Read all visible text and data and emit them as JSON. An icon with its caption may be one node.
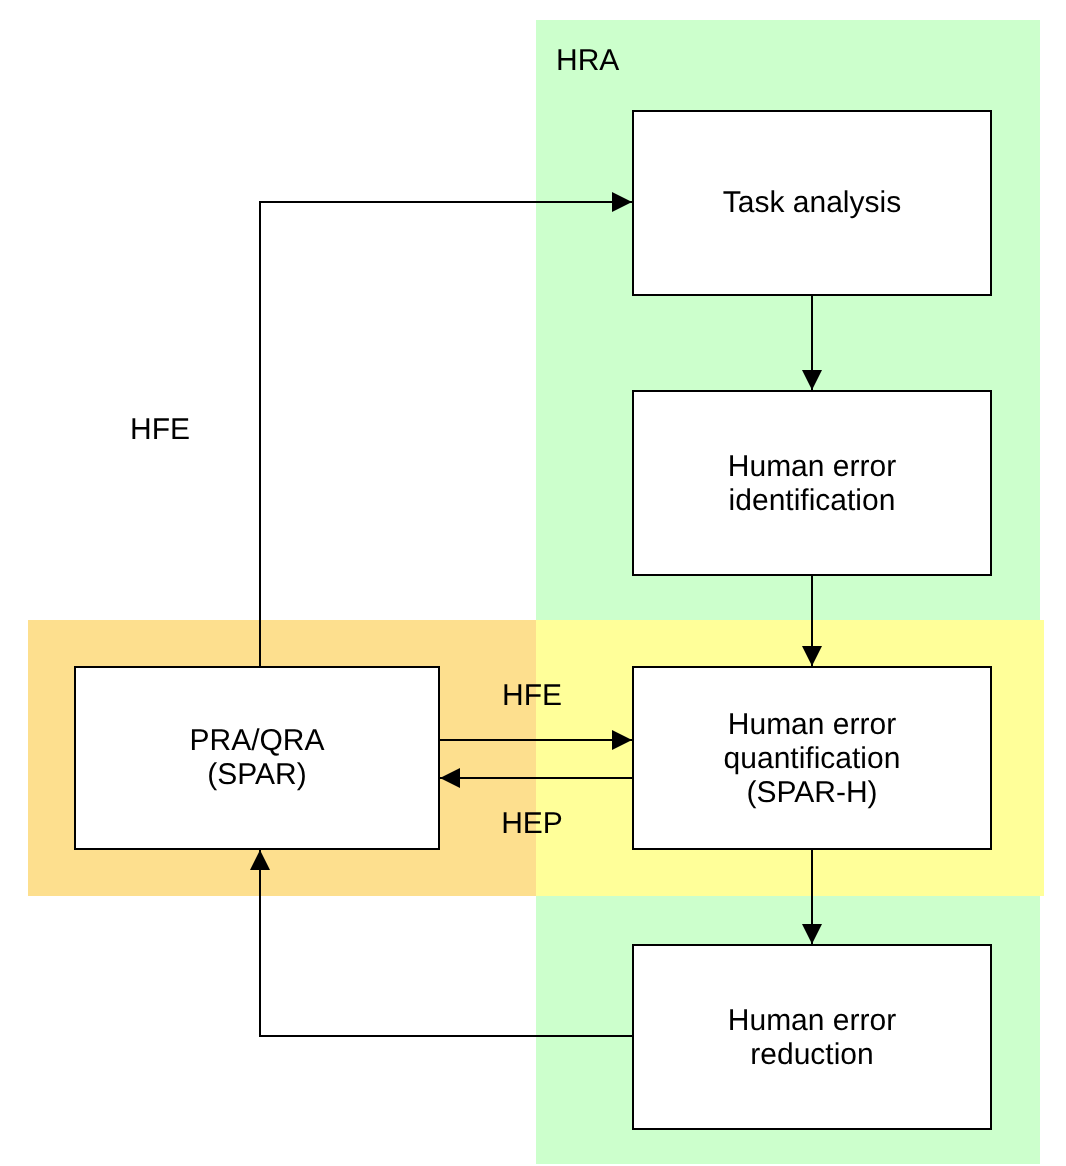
{
  "diagram": {
    "nodes": [
      {
        "text": [
          "HRA"
        ]
      },
      {
        "text": [
          "Task analysis"
        ],
        "in": 0
      },
      {
        "text": [
          "Human error identification"
        ],
        "in": 0
      },
      {
        "text": [],
        "shape": "band"
      },
      {
        "text": [
          "PRA/QRA (SPAR)"
        ],
        "in": 3
      },
      {
        "text": [
          "Human error quantification (SPAR-H)"
        ]
      },
      {
        "text": [
          "Human error reduction"
        ],
        "in": 0
      }
    ],
    "edges": [
      {
        "from": 4,
        "to": 1,
        "arrow": "to",
        "label": "HFE"
      },
      {
        "from": 1,
        "to": 2,
        "arrow": "to"
      },
      {
        "from": 2,
        "to": 5,
        "arrow": "to"
      },
      {
        "from": 4,
        "to": 5,
        "arrow": "to",
        "label": "HFE"
      },
      {
        "from": 5,
        "to": 4,
        "arrow": "to",
        "label": "HEP"
      },
      {
        "from": 5,
        "to": 6,
        "arrow": "to"
      },
      {
        "from": 6,
        "to": 4,
        "arrow": "to"
      }
    ]
  }
}
